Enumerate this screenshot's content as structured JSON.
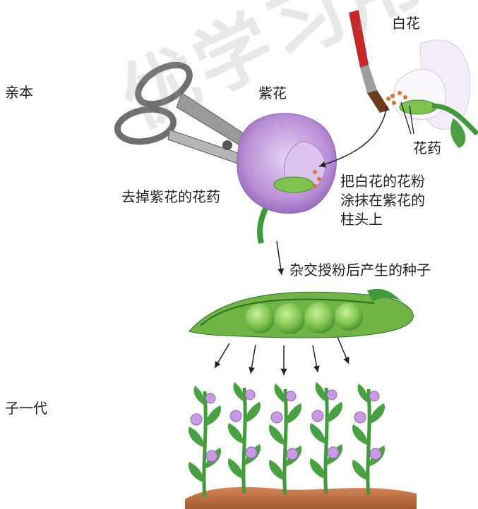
{
  "labels": {
    "parent": "亲本",
    "f1": "子一代",
    "purple_flower": "紫花",
    "white_flower": "白花",
    "anther": "花药",
    "remove_anther": "去掉紫花的花药",
    "pollination_lines": [
      "把白花的花粉",
      "涂抹在紫花的",
      "柱头上"
    ],
    "seeds_caption": "杂交授粉后产生的种子"
  },
  "watermark": "优学习用",
  "colors": {
    "purple_petal": "#b98fd6",
    "white_petal": "#f4eefb",
    "stem_green": "#3f9a3a",
    "pea_green": "#7fc24e",
    "soil": "#b86a3a"
  },
  "icons": [
    "scissors-icon",
    "paintbrush-icon",
    "pea-pod-icon",
    "pea-plant-icon"
  ]
}
